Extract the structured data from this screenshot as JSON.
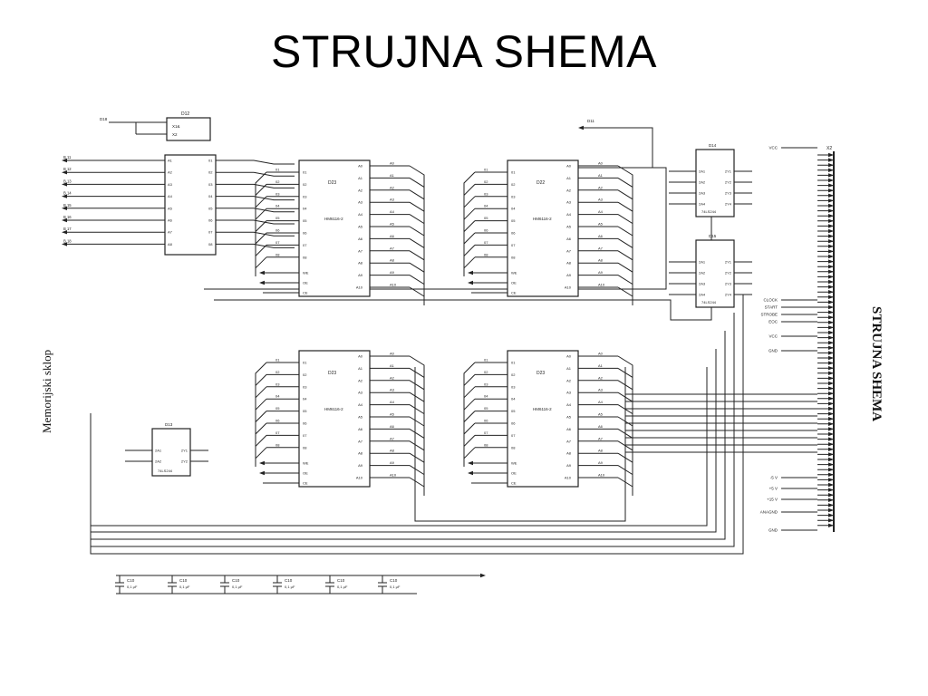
{
  "title": "STRUJNA SHEMA",
  "side_title_right": "STRUJNA SHEMA",
  "side_title_left": "Memorijski sklop",
  "colors": {
    "ink": "#222222",
    "paper": "#ffffff",
    "scan": "#f4f4f4"
  },
  "left_bus": {
    "label": "D12",
    "signals": [
      "B 11",
      "B 12",
      "B 13",
      "B 14",
      "B 15",
      "B 16",
      "B 17",
      "B 18"
    ],
    "pins_in": [
      "A1",
      "A2",
      "A3",
      "A4",
      "A5",
      "A6",
      "A7",
      "A8"
    ],
    "pins_out": [
      "01",
      "02",
      "03",
      "04",
      "05",
      "06",
      "07",
      "08"
    ]
  },
  "memory_chips": [
    {
      "label": "D23",
      "part": "HM6116-2"
    },
    {
      "label": "D22",
      "part": "HM6116-2"
    },
    {
      "label": "D23",
      "part": "HM6116-2"
    },
    {
      "label": "D23",
      "part": "HM6116-2"
    }
  ],
  "address_pins": [
    "A0",
    "A1",
    "A2",
    "A3",
    "A4",
    "A5",
    "A6",
    "A7",
    "A8",
    "A9",
    "A10"
  ],
  "data_pins": [
    "01",
    "02",
    "03",
    "04",
    "05",
    "06",
    "07",
    "08"
  ],
  "control_pins": [
    "WE",
    "OE",
    "CE"
  ],
  "buffers": [
    {
      "label": "D14",
      "part": "74LS244"
    },
    {
      "label": "D15",
      "part": "74LS244"
    },
    {
      "label": "D13",
      "part": "74LS244"
    }
  ],
  "buffer_pins_in": [
    "2A1",
    "2A2",
    "2A3",
    "2A4"
  ],
  "buffer_pins_out": [
    "2Y1",
    "2Y2",
    "2Y3",
    "2Y4"
  ],
  "connector": {
    "label": "X2"
  },
  "right_signals": [
    "VCC",
    "CLOCK",
    "START",
    "STROBE",
    "EOC",
    "VCC",
    "GND",
    "-5 V",
    "+5 V",
    "+15 V",
    "ANAGND",
    "GND"
  ],
  "top_signal": "D11",
  "capacitors": [
    "C10",
    "C10",
    "C10",
    "C10",
    "C10",
    "C10"
  ],
  "capacitor_value": "0,1 μF"
}
